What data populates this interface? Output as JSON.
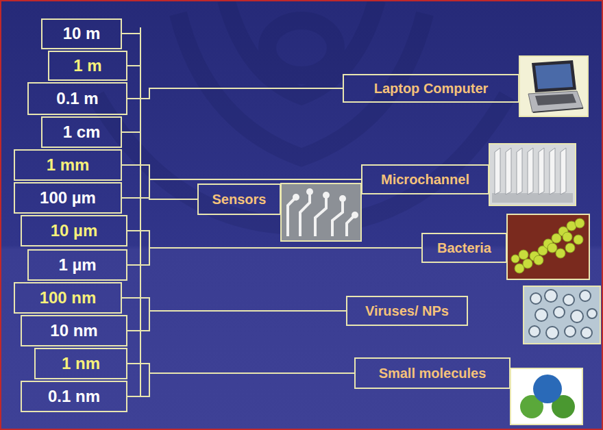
{
  "diagram": {
    "nodes": [
      {
        "text": [
          "10 m"
        ]
      },
      {
        "text": [
          "1 m"
        ]
      },
      {
        "text": [
          "0.1 m"
        ]
      },
      {
        "text": [
          "1 cm"
        ]
      },
      {
        "text": [
          "1 mm"
        ]
      },
      {
        "text": [
          "100 µm"
        ]
      },
      {
        "text": [
          "10 µm"
        ]
      },
      {
        "text": [
          "1 µm"
        ]
      },
      {
        "text": [
          "100 nm"
        ]
      },
      {
        "text": [
          "10 nm"
        ]
      },
      {
        "text": [
          "1 nm"
        ]
      },
      {
        "text": [
          "0.1 nm"
        ]
      },
      {
        "text": [
          "Laptop Computer"
        ]
      },
      {
        "text": [
          "Microchannel"
        ]
      },
      {
        "text": [
          "Sensors"
        ]
      },
      {
        "text": [
          "Bacteria"
        ]
      },
      {
        "text": [
          "Viruses/ NPs"
        ]
      },
      {
        "text": [
          "Small molecules"
        ]
      }
    ],
    "edges": [
      {
        "from": 2,
        "to": 12,
        "arrow": "none"
      },
      {
        "from": 4,
        "to": 13,
        "arrow": "none"
      },
      {
        "from": 5,
        "to": 13,
        "arrow": "none"
      },
      {
        "from": 5,
        "to": 14,
        "arrow": "none"
      },
      {
        "from": 6,
        "to": 15,
        "arrow": "none"
      },
      {
        "from": 7,
        "to": 15,
        "arrow": "none"
      },
      {
        "from": 8,
        "to": 16,
        "arrow": "none"
      },
      {
        "from": 9,
        "to": 16,
        "arrow": "none"
      },
      {
        "from": 10,
        "to": 17,
        "arrow": "none"
      },
      {
        "from": 11,
        "to": 17,
        "arrow": "none"
      }
    ]
  }
}
